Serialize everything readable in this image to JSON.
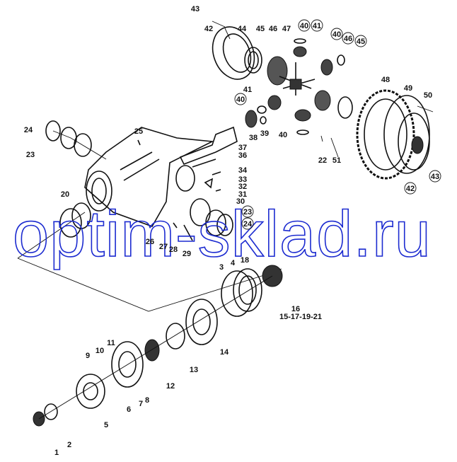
{
  "diagram": {
    "title": "Rear axle differential exploded view",
    "watermark": "optim-sklad.ru",
    "labels": [
      "43",
      "42",
      "44",
      "45",
      "46",
      "47",
      "40",
      "41",
      "40",
      "46",
      "45",
      "48",
      "49",
      "50",
      "41",
      "40",
      "39",
      "38",
      "37",
      "36",
      "40",
      "22",
      "51",
      "43",
      "42",
      "25",
      "24",
      "23",
      "34",
      "33",
      "32",
      "31",
      "30",
      "23",
      "24",
      "20",
      "26",
      "27",
      "28",
      "29",
      "3",
      "4",
      "18",
      "16",
      "15-17-19-21",
      "14",
      "13",
      "12",
      "11",
      "10",
      "9",
      "8",
      "7",
      "6",
      "5",
      "2",
      "1"
    ]
  }
}
